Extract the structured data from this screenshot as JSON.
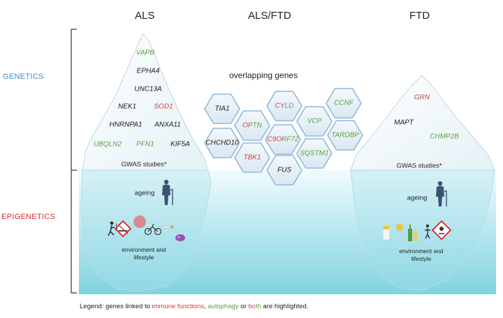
{
  "titles": {
    "als": "ALS",
    "als_ftd": "ALS/FTD",
    "ftd": "FTD"
  },
  "side_labels": {
    "genetics": "GENETICS",
    "epigenetics": "EPIGENETICS"
  },
  "overlap_title": "overlapping genes",
  "colors": {
    "immune": "#d04040",
    "autophagy": "#5aa03c",
    "neutral": "#1a1a1a",
    "genetics_label": "#4a8ac4",
    "epigenetics_label": "#d03030"
  },
  "als_genes": [
    "VAPB",
    "EPHA4",
    "UNC13A",
    "NEK1",
    "SOD1",
    "HNRNPA1",
    "ANXA11",
    "UBQLN2",
    "PFN1",
    "KIF5A"
  ],
  "overlap_genes": [
    "TIA1",
    "CYLD",
    "CCNF",
    "OPTN",
    "VCP",
    "CHCHD10",
    "C9ORF72",
    "TARDBP",
    "TBK1",
    "SQSTM1",
    "FUS"
  ],
  "ftd_genes": [
    "GRN",
    "MAPT",
    "CHMP2B"
  ],
  "als_notes": {
    "gwas": "GWAS studies*",
    "ageing": "ageing",
    "environment": "environment and lifestyle"
  },
  "ftd_notes": {
    "gwas": "GWAS studies*",
    "ageing": "ageing",
    "environment": "environment and lifestyle"
  },
  "legend": {
    "prefix": "Legend: genes linked to ",
    "immune": "immune functions",
    "sep": ", ",
    "autophagy": "autophagy",
    "or": " or ",
    "both": "both",
    "suffix": " are highlighted."
  },
  "icons": [
    "elderly-person-icon",
    "no-smoking-icon",
    "exercise-icon",
    "pills-icon",
    "medication-icon",
    "toxic-hazard-icon"
  ]
}
